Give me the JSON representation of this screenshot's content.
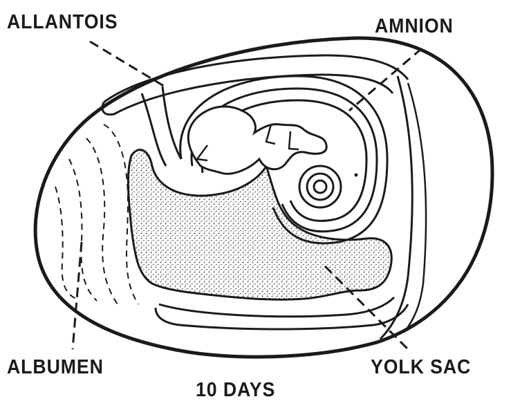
{
  "labels": {
    "allantois": "ALLANTOIS",
    "amnion": "AMNION",
    "albumen": "ALBUMEN",
    "yolk_sac": "YOLK SAC"
  },
  "caption": "10 DAYS",
  "colors": {
    "ink": "#1a1a1a",
    "paper": "#ffffff"
  }
}
